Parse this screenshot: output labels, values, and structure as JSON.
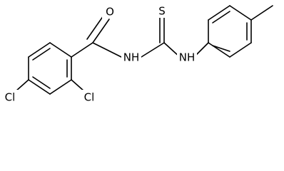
{
  "atoms": {
    "oxygen": "O",
    "sulfur": "S",
    "amide_nh": "NH",
    "thioamide_nh": "NH",
    "chlorine_left": "Cl",
    "chlorine_right": "Cl"
  }
}
